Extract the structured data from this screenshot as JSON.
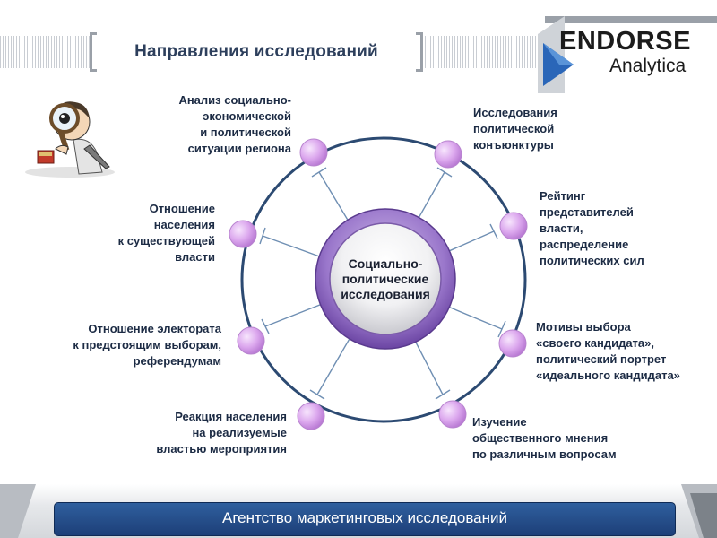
{
  "header": {
    "title": "Направления исследований",
    "logo_main": "ENDORSE",
    "logo_sub": "Analytica"
  },
  "center": {
    "lines": [
      "Социально-",
      "политические",
      "исследования"
    ]
  },
  "labels": {
    "analysis": [
      "Анализ социально-",
      "экономической",
      "и политической",
      "ситуации региона"
    ],
    "conjuncture": [
      "Исследования",
      "политической",
      "конъюнктуры"
    ],
    "rating": [
      "Рейтинг",
      "представителей",
      "власти,",
      "распределение",
      "политических сил"
    ],
    "attitude_power": [
      "Отношение",
      "населения",
      "к существующей",
      "власти"
    ],
    "attitude_elections": [
      "Отношение электората",
      "к предстоящим выборам,",
      "референдумам"
    ],
    "motives": [
      "Мотивы выбора",
      "«своего кандидата»,",
      "политический портрет",
      "«идеального кандидата»"
    ],
    "reaction": [
      "Реакция населения",
      "на реализуемые",
      "властью мероприятия"
    ],
    "opinion": [
      "Изучение",
      "общественного мнения",
      "по различным вопросам"
    ]
  },
  "footer": {
    "text": "Агентство маркетинговых исследований"
  },
  "colors": {
    "ring": "#2c4a72",
    "node": "#d9a4ea",
    "hub": "#9c7fc7",
    "footer": "#2a5598"
  }
}
